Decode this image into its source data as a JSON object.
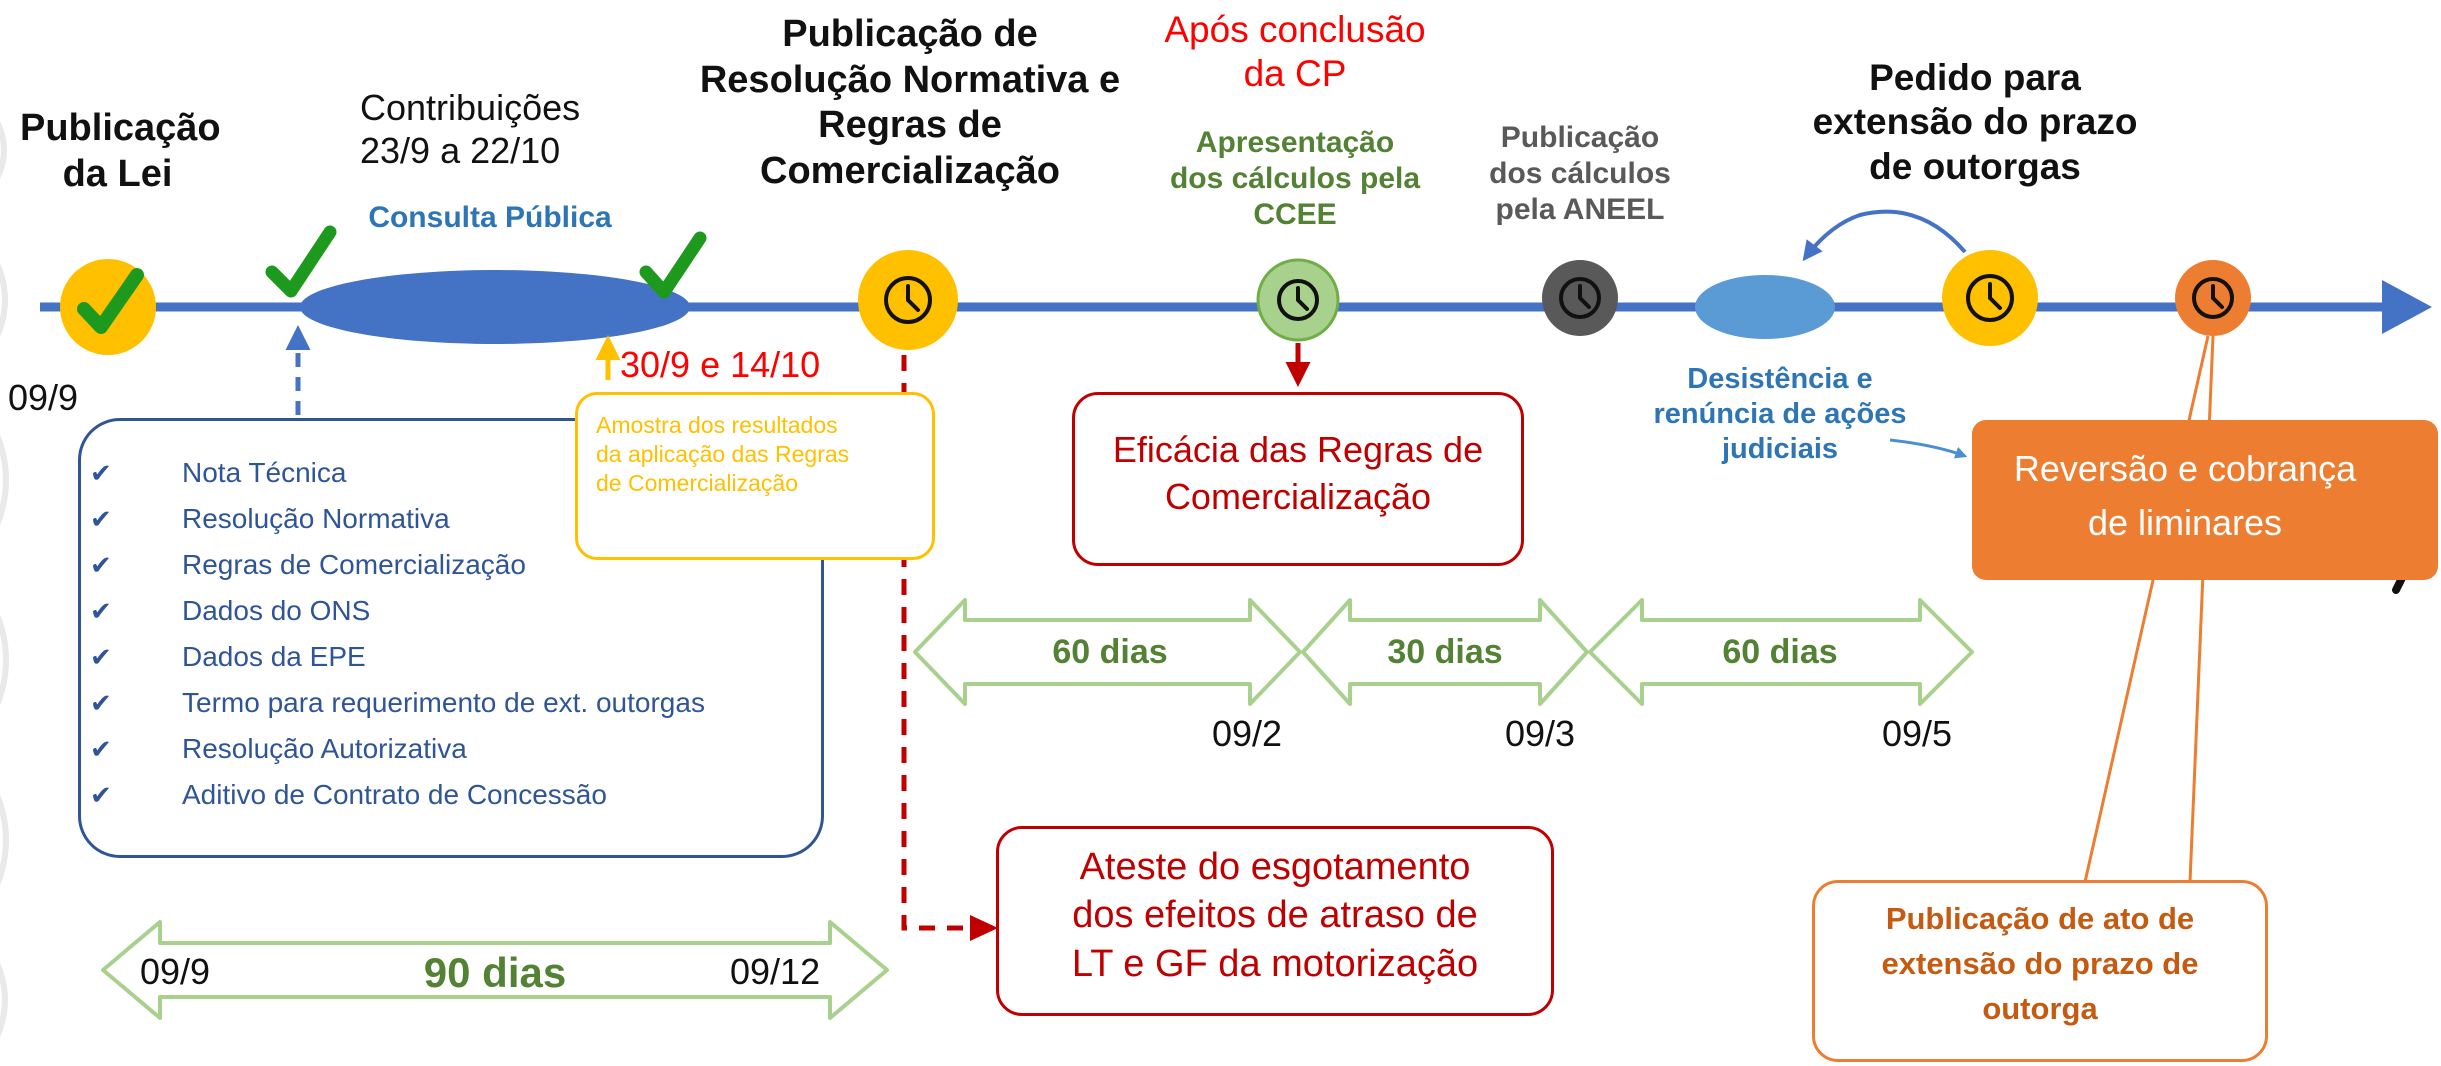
{
  "colors": {
    "axis": "#4472c4",
    "ellipse": "#4472c4",
    "yellow": "#ffc000",
    "green_check": "#1d9a1d",
    "light_green": "#a9d18e",
    "gray": "#595959",
    "orange": "#ed7d31",
    "red": "#c00000",
    "bright_red": "#ff0000",
    "arrow_green": "#70ad47",
    "dark_green_text": "#548235",
    "blue_text": "#2e75b6"
  },
  "milestones": {
    "lei": {
      "title": "Publicação\nda Lei",
      "date": "09/9",
      "icon": "check-icon"
    },
    "consulta": {
      "contrib": "Contribuições\n23/9 a 22/10",
      "label": "Consulta Pública"
    },
    "resolucao": {
      "title": "Publicação de\nResolução Normativa e\nRegras de\nComercialização",
      "icon": "clock-icon"
    },
    "amostra_dates": "30/9 e 14/10",
    "apos": {
      "red": "Após conclusão\nda CP",
      "green": "Apresentação\ndos cálculos pela\nCCEE",
      "icon": "clock-icon"
    },
    "aneel": {
      "title": "Publicação\ndos cálculos\npela ANEEL",
      "icon": "clock-icon"
    },
    "desistencia": "Desistência e\nrenúncia de ações\njudiciais",
    "extensao": {
      "title": "Pedido para\nextensão do prazo\nde outorgas",
      "icon": "clock-icon"
    }
  },
  "checklist": [
    "Nota Técnica",
    "Resolução Normativa",
    "Regras de Comercialização",
    "Dados do ONS",
    "Dados da EPE",
    "Termo para requerimento de ext. outorgas",
    "Resolução Autorizativa",
    "Aditivo de Contrato de Concessão"
  ],
  "boxes": {
    "amostra": "Amostra dos resultados\nda aplicação das Regras\nde Comercialização",
    "eficacia": "Eficácia das Regras de\nComercialização",
    "ateste": "Ateste do esgotamento\ndos efeitos de atraso de\nLT e GF da motorização",
    "reversao": "Reversão e cobrança\nde liminares",
    "ato": "Publicação de ato de\nextensão do prazo de\noutorga"
  },
  "periods": {
    "p90": {
      "label": "90 dias",
      "start": "09/9",
      "end": "09/12"
    },
    "p60a": {
      "label": "60 dias",
      "end": "09/2"
    },
    "p30": {
      "label": "30 dias",
      "end": "09/3"
    },
    "p60b": {
      "label": "60 dias",
      "end": "09/5"
    }
  }
}
